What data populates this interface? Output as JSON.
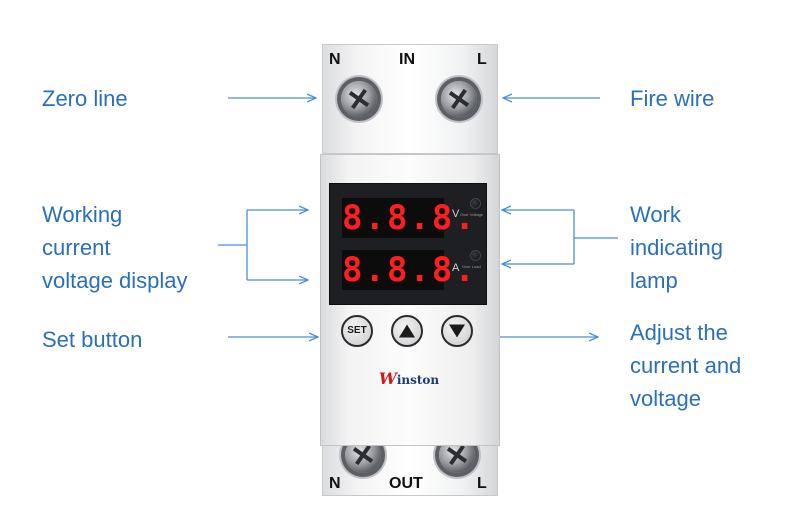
{
  "callouts": {
    "zero_line": "Zero line",
    "fire_wire": "Fire wire",
    "working_display": [
      "Working",
      "current",
      "voltage display"
    ],
    "work_lamp": [
      "Work",
      "indicating",
      "lamp"
    ],
    "set_button": "Set button",
    "adjust": [
      "Adjust the",
      "current and",
      "voltage"
    ]
  },
  "device": {
    "top_terminals": {
      "left": "N",
      "center": "IN",
      "right": "L"
    },
    "bottom_terminals": {
      "left": "N",
      "center": "OUT",
      "right": "L"
    },
    "display": {
      "top_reading": "8.8.8.",
      "bottom_reading": "8.8.8.",
      "top_unit": "V",
      "bottom_unit": "A",
      "top_lamp_caption": "Over Voltage",
      "bottom_lamp_caption": "Over Load"
    },
    "buttons": {
      "set_label": "SET",
      "up_icon": "triangle-up-icon",
      "down_icon": "triangle-down-icon"
    },
    "brand": {
      "initial": "W",
      "rest": "inston"
    }
  },
  "colors": {
    "callout_text": "#2a6fba",
    "leader_line": "#4a8fd6",
    "led_digits": "#ff1e1e",
    "brand_w": "#d11a1a",
    "brand_text": "#1a3a7a"
  }
}
